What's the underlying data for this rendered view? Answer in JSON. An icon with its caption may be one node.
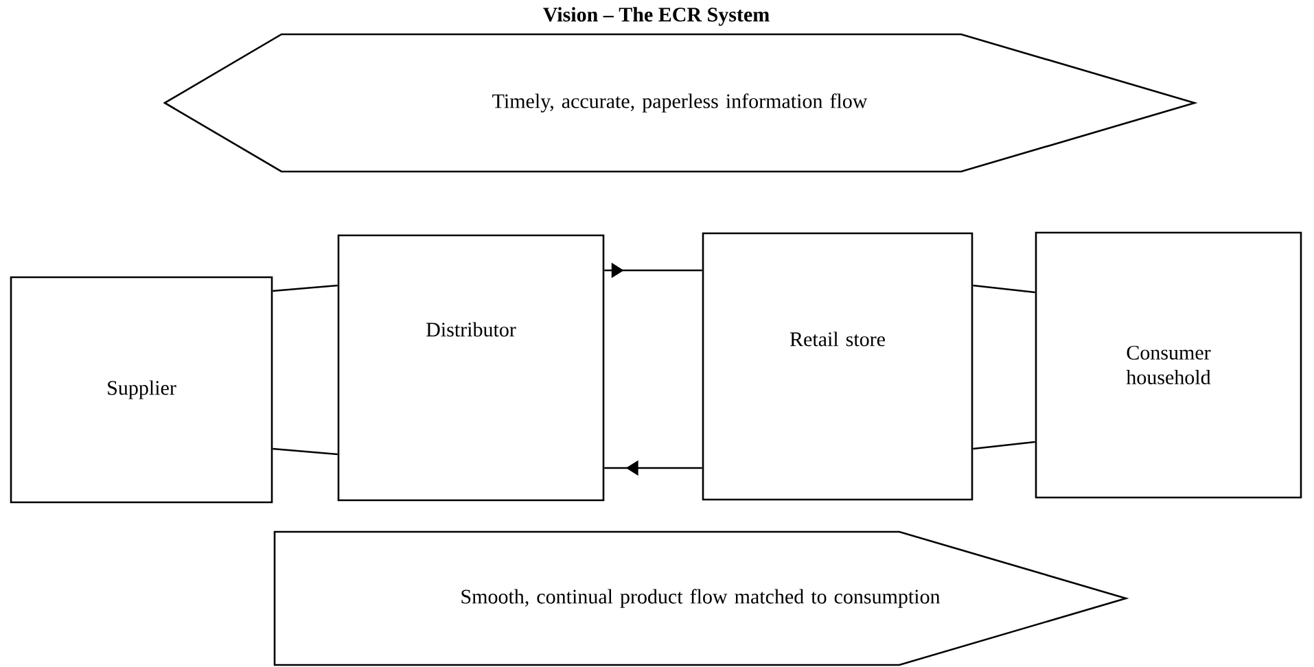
{
  "diagram": {
    "title": "Vision – The ECR System",
    "nodes": [
      {
        "text": [
          "Timely, accurate, paperless information flow"
        ]
      },
      {
        "text": [
          "Supplier"
        ]
      },
      {
        "text": [
          "Distributor"
        ]
      },
      {
        "text": [
          "Retail store"
        ]
      },
      {
        "text": [
          "Consumer household"
        ]
      },
      {
        "text": [
          "Smooth, continual product flow matched to consumption"
        ]
      }
    ],
    "edges": [
      {
        "from": 1,
        "to": 2,
        "arrow": "none"
      },
      {
        "from": 1,
        "to": 2,
        "arrow": "none"
      },
      {
        "from": 2,
        "to": 3,
        "arrow": "to"
      },
      {
        "from": 3,
        "to": 2,
        "arrow": "to"
      },
      {
        "from": 3,
        "to": 4,
        "arrow": "none"
      },
      {
        "from": 3,
        "to": 4,
        "arrow": "none"
      }
    ]
  }
}
